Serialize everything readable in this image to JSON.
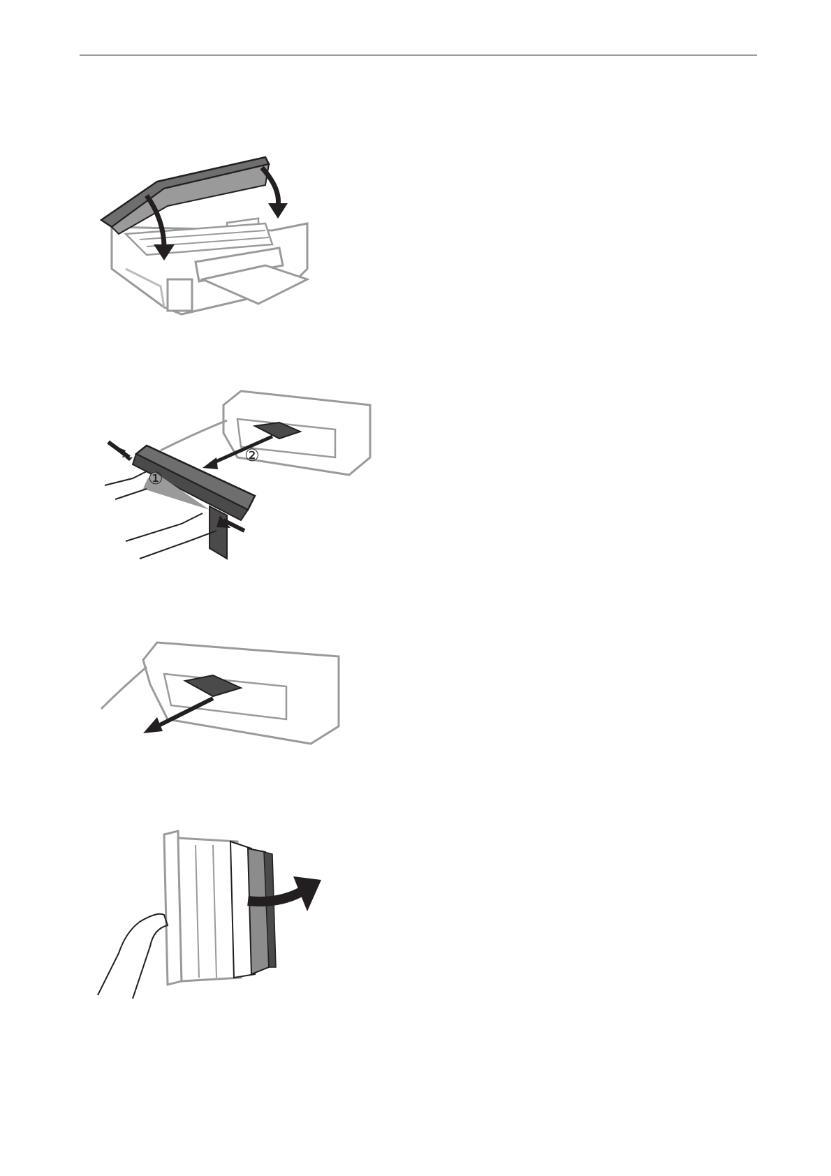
{
  "page": {
    "header_rule": true,
    "figures": [
      {
        "id": "close-scanner",
        "callouts": []
      },
      {
        "id": "remove-rear-cover",
        "callouts": [
          "①",
          "②"
        ]
      },
      {
        "id": "pull-jammed-paper",
        "callouts": []
      },
      {
        "id": "open-cover",
        "callouts": []
      }
    ]
  },
  "colors": {
    "outline": "#231f20",
    "printer_body": "#ffffff",
    "dark_part": "#4a4a4a",
    "mid_gray": "#8c8c8c",
    "light_gray": "#c8c8c8",
    "rule": "#9a9a9a"
  }
}
